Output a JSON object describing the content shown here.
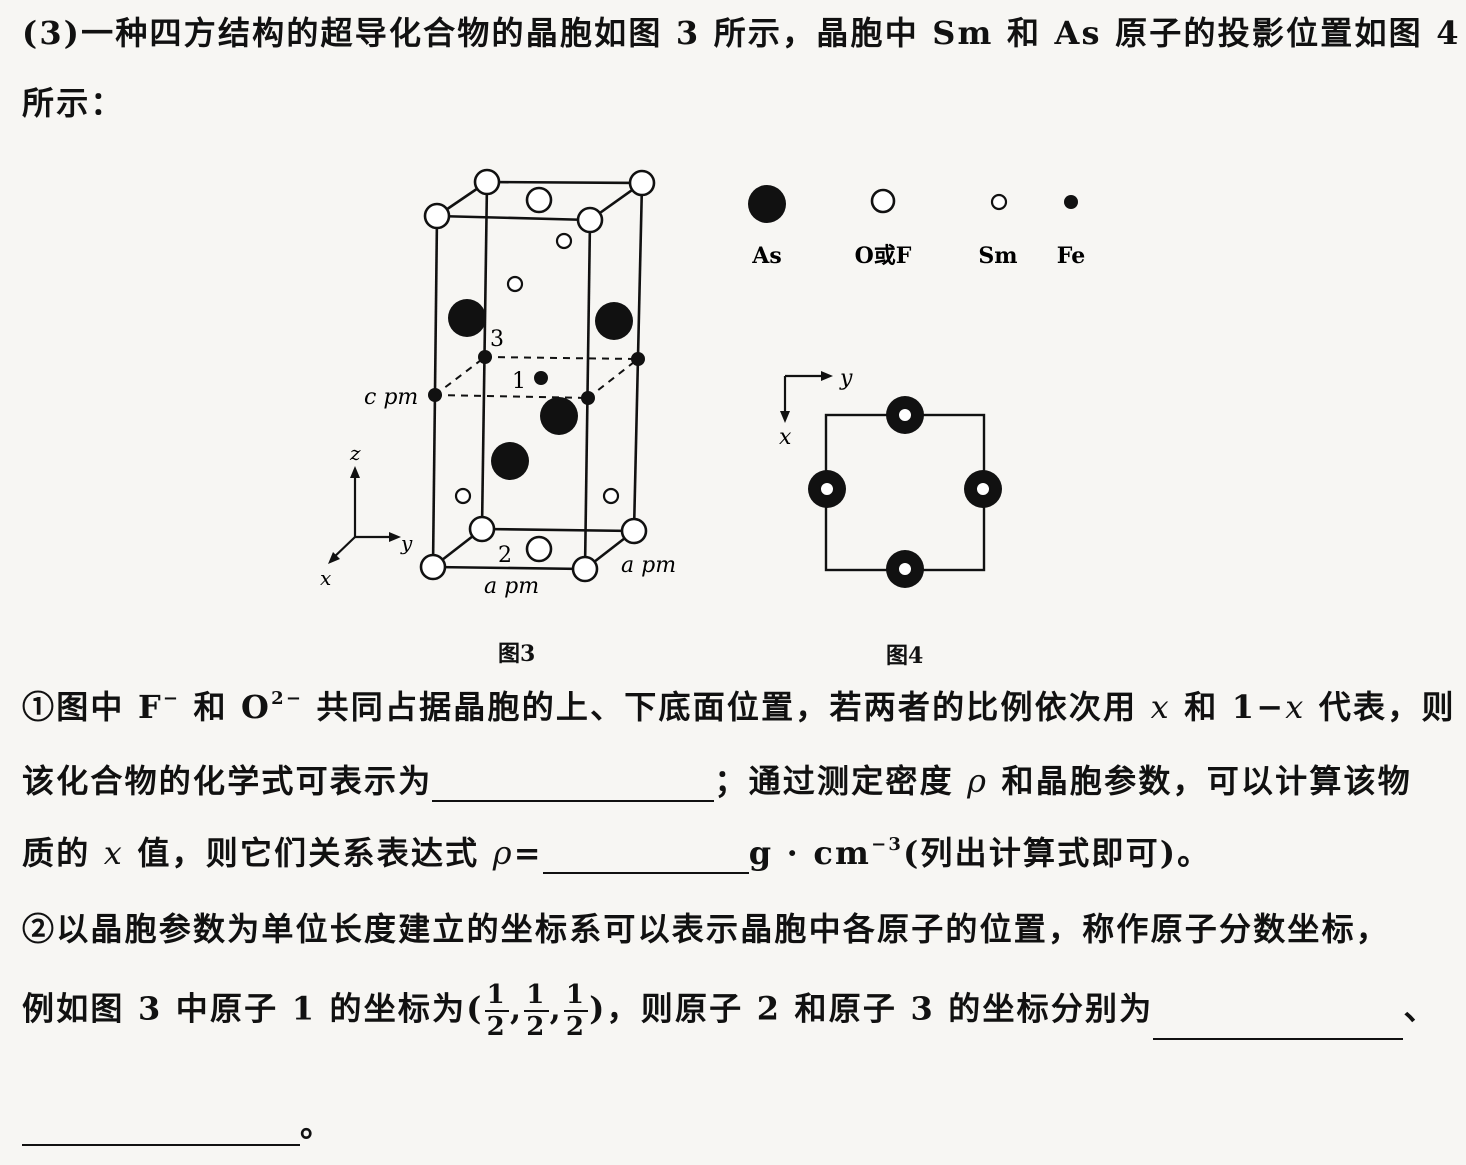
{
  "question": {
    "line1": "(3)一种四方结构的超导化合物的晶胞如图 3 所示，晶胞中 Sm 和 As 原子的投影位置如图 4",
    "line2": "所示："
  },
  "figure3": {
    "caption": "图3",
    "label_c": "c pm",
    "label_a_bottom": "a pm",
    "label_a_side": "a pm",
    "atom_label_1": "1",
    "atom_label_2": "2",
    "atom_label_3": "3",
    "axis_x": "x",
    "axis_y": "y",
    "axis_z": "z"
  },
  "legend": {
    "as": "As",
    "of": "O或F",
    "sm": "Sm",
    "fe": "Fe"
  },
  "figure4": {
    "caption": "图4",
    "axis_x": "x",
    "axis_y": "y"
  },
  "part1": {
    "a": "①图中 F",
    "a_sup": "−",
    "b": " 和 O",
    "b_sup": "2−",
    "c": " 共同占据晶胞的上、下底面位置，若两者的比例依次用 ",
    "var1": "x",
    "d": " 和 1−",
    "var2": "x",
    "e": " 代表，则",
    "line2_a": "该化合物的化学式可表示为",
    "line2_b": "；通过测定密度 ",
    "rho": "ρ",
    "line2_c": " 和晶胞参数，可以计算该物",
    "line3_a": "质的 ",
    "var3": "x",
    "line3_b": " 值，则它们关系表达式 ",
    "rho2": "ρ",
    "line3_c": "=",
    "line3_d": "g · cm",
    "line3_sup": "−3",
    "line3_e": "(列出计算式即可)。"
  },
  "part2": {
    "line1": "②以晶胞参数为单位长度建立的坐标系可以表示晶胞中各原子的位置，称作原子分数坐标，",
    "line2_a": "例如图 3 中原子 1 的坐标为(",
    "frac_num": "1",
    "frac_den": "2",
    "comma": ",",
    "line2_b": ")，则原子 2 和原子 3 的坐标分别为",
    "sep": "、",
    "end": "。"
  }
}
